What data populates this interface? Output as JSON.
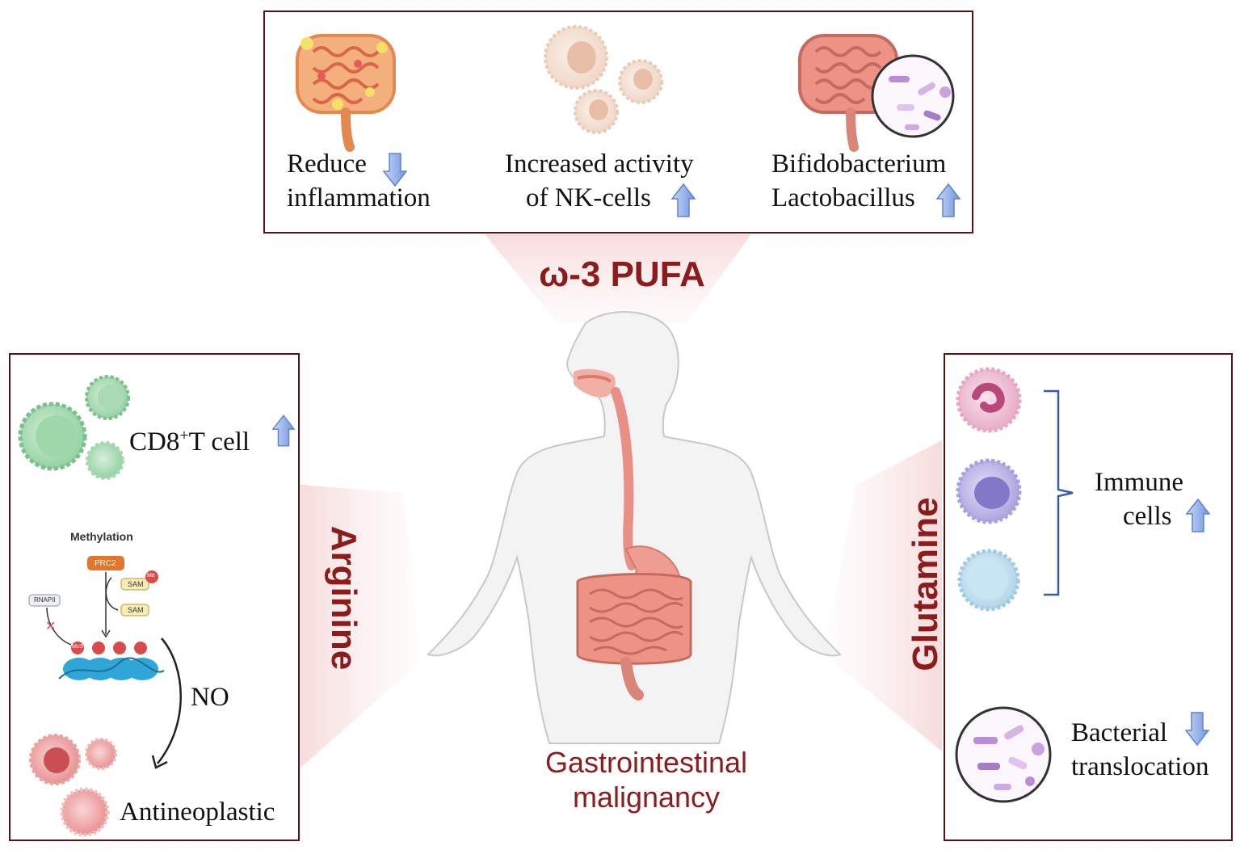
{
  "top_panel": {
    "title": "ω-3 PUFA",
    "items": [
      {
        "line1": "Reduce",
        "line2": "inflammation",
        "arrow": "down"
      },
      {
        "line1": "Increased activity",
        "line2": "of NK-cells",
        "arrow": "up"
      },
      {
        "line1": "Bifidobacterium",
        "line2": "Lactobacillus",
        "arrow": "up"
      }
    ]
  },
  "left_panel": {
    "title": "Arginine",
    "cd8_label_main": "CD8",
    "cd8_label_sup": "+",
    "cd8_label_rest": "T cell",
    "methylation_title": "Methylation",
    "prc2": "PRC2",
    "sam1": "SAM",
    "me": "Me",
    "sam2": "SAM",
    "rnapii": "RNAPII",
    "me3": "Me3",
    "no_label": "NO",
    "antineoplastic": "Antineoplastic"
  },
  "right_panel": {
    "title": "Glutamine",
    "immune_line1": "Immune",
    "immune_line2": "cells",
    "bacterial_line1": "Bacterial",
    "bacterial_line2": "translocation"
  },
  "center": {
    "caption_line1": "Gastrointestinal",
    "caption_line2": "malignancy"
  },
  "colors": {
    "border": "#5a1414",
    "title_red": "#8c1c1c",
    "arrow_blue": "#7a9fe0",
    "gut_pink": "#e58a80"
  }
}
